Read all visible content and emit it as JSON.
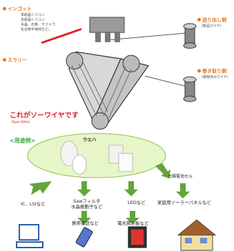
{
  "colors": {
    "orange": "#e8781e",
    "red": "#e0202a",
    "green": "#3aa63a",
    "arrow": "#63a53c"
  },
  "ingot": {
    "title": "インゴット",
    "lines": [
      "単結晶シリコン",
      "多結晶シリコン",
      "水晶、石英、サファア、",
      "化合物半導体など。"
    ]
  },
  "slurry": "スラリー",
  "feed": {
    "title": "送り出し側",
    "sub": "(新品ワイヤ)"
  },
  "takeup": {
    "title": "巻き取り側",
    "sub": "(使用済みワイヤ)"
  },
  "sawwire": {
    "label": "これがソーワイヤです",
    "sub": "(Saw Wire)"
  },
  "usage": "<用途例>",
  "wafer": "ウエハ",
  "solar_cell": "太陽電池セル",
  "apps": [
    "IC、LSIなど",
    "Sawフィルタ\n水晶振動子など",
    "LEDなど",
    "家庭用ソーラーパネルなど"
  ],
  "products": [
    "携帯電話など",
    "電光掲示板など"
  ]
}
